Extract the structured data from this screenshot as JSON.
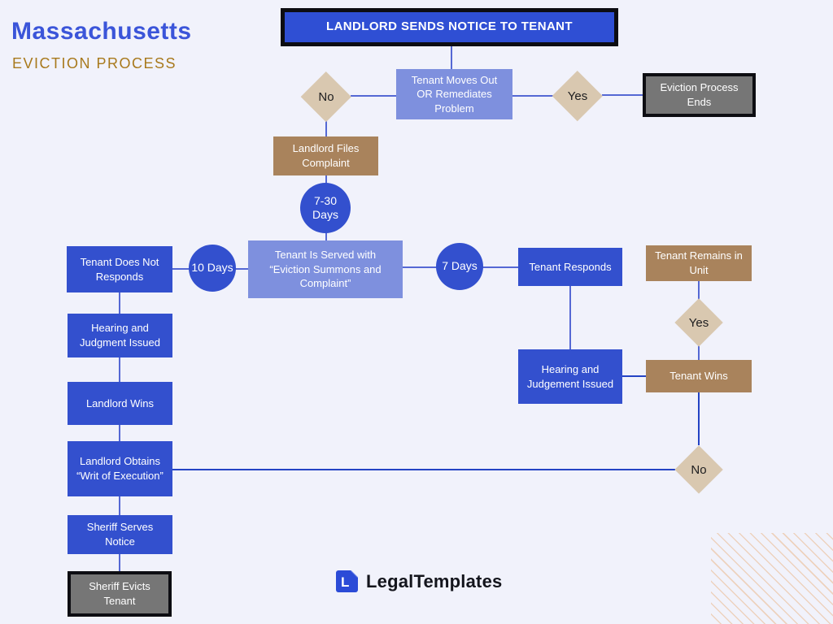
{
  "header": {
    "title": "Massachusetts",
    "subtitle": "EVICTION PROCESS"
  },
  "colors": {
    "background": "#f1f2fb",
    "primary_blue": "#3350ce",
    "periwinkle": "#7e90de",
    "brown": "#a9835c",
    "tan_diamond": "#d9c8b0",
    "gray_terminal": "#767676",
    "title_blue": "#3b55d9",
    "subtitle_gold": "#a8791c",
    "connector_dark": "#2443c4",
    "connector_light": "#5568d4"
  },
  "nodes": {
    "start": {
      "label": "LANDLORD SENDS NOTICE TO TENANT"
    },
    "tenant_moves_out": {
      "label": "Tenant Moves Out OR Remediates Problem"
    },
    "no_top": {
      "label": "No"
    },
    "yes_top": {
      "label": "Yes"
    },
    "eviction_ends": {
      "label": "Eviction Process Ends"
    },
    "landlord_files": {
      "label": "Landlord Files Complaint"
    },
    "days_7_30": {
      "label": "7-30 Days"
    },
    "tenant_served": {
      "label": "Tenant Is Served with “Eviction Summons and Complaint”"
    },
    "days_10": {
      "label": "10 Days"
    },
    "tenant_not_respond": {
      "label": "Tenant Does Not Responds"
    },
    "days_7": {
      "label": "7 Days"
    },
    "tenant_responds": {
      "label": "Tenant Responds"
    },
    "tenant_remains": {
      "label": "Tenant Remains in Unit"
    },
    "yes_right": {
      "label": "Yes"
    },
    "hearing_judgment_left": {
      "label": "Hearing and Judgment Issued"
    },
    "landlord_wins": {
      "label": "Landlord Wins"
    },
    "writ_execution": {
      "label": "Landlord Obtains “Writ of Execution”"
    },
    "sheriff_serves": {
      "label": "Sheriff Serves Notice"
    },
    "sheriff_evicts": {
      "label": "Sheriff Evicts Tenant"
    },
    "hearing_judgement_right": {
      "label": "Hearing and Judgement Issued"
    },
    "tenant_wins": {
      "label": "Tenant Wins"
    },
    "no_right": {
      "label": "No"
    }
  },
  "footer": {
    "brand": "LegalTemplates",
    "logo_letter": "L"
  }
}
